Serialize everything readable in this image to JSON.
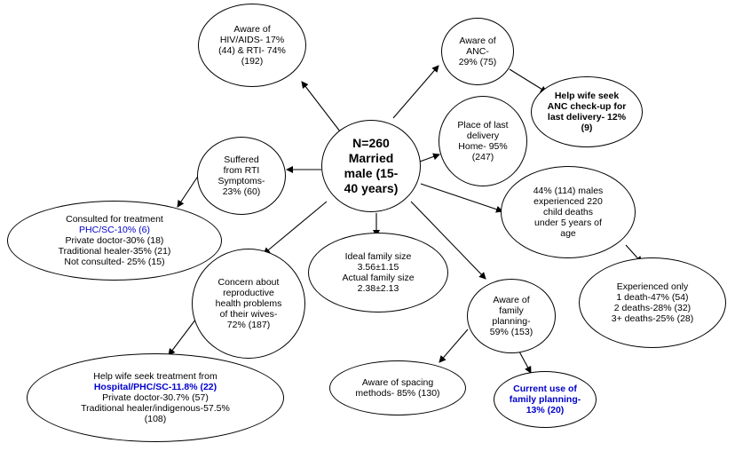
{
  "center": {
    "lines": [
      "N=260",
      "Married",
      "male (15-",
      "40 years)"
    ]
  },
  "hiv": {
    "lines": [
      "Aware of",
      "HIV/AIDS- 17%",
      "(44) & RTI- 74%",
      "(192)"
    ]
  },
  "anc": {
    "lines": [
      "Aware of",
      "ANC-",
      "29% (75)"
    ]
  },
  "anc_help": {
    "lines": [
      "Help wife seek",
      "ANC check-up for",
      "last delivery- 12%",
      "(9)"
    ]
  },
  "delivery": {
    "lines": [
      "Place of last",
      "delivery",
      "Home- 95%",
      "(247)"
    ]
  },
  "rti": {
    "lines": [
      "Suffered",
      "from RTI",
      "Symptoms-",
      "23% (60)"
    ]
  },
  "consulted": {
    "title": "Consulted for treatment",
    "highlight": "PHC/SC-10% (6)",
    "lines": [
      "Private doctor-30% (18)",
      "Traditional healer-35% (21)",
      "Not consulted- 25% (15)"
    ]
  },
  "child_deaths": {
    "lines": [
      "44% (114) males",
      "experienced 220",
      "child deaths",
      "under 5 years of",
      "age"
    ]
  },
  "experienced": {
    "lines": [
      "Experienced only",
      "1 death-47% (54)",
      "2 deaths-28% (32)",
      "3+ deaths-25% (28)"
    ]
  },
  "family_size": {
    "lines": [
      "Ideal family size",
      "3.56±1.15",
      "Actual family size",
      "2.38±2.13"
    ]
  },
  "concern": {
    "lines": [
      "Concern about",
      "reproductive",
      "health problems",
      "of their wives-",
      "72% (187)"
    ]
  },
  "wife_treatment": {
    "title": "Help wife seek treatment from",
    "highlight": "Hospital/PHC/SC-11.8% (22)",
    "lines": [
      "Private doctor-30.7% (57)",
      "Traditional healer/indigenous-57.5%",
      "(108)"
    ]
  },
  "fp_aware": {
    "lines": [
      "Aware of",
      "family",
      "planning-",
      "59% (153)"
    ]
  },
  "spacing": {
    "lines": [
      "Aware of spacing",
      "methods- 85% (130)"
    ]
  },
  "fp_use": {
    "lines": [
      "Current use of",
      "family planning-",
      "13% (20)"
    ]
  }
}
